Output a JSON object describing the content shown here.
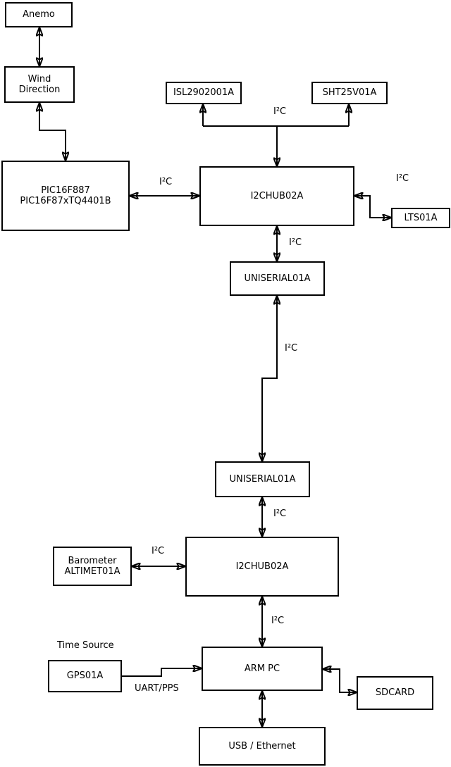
{
  "diagram": {
    "background_color": "#ffffff",
    "line_color": "#000000",
    "nodes": {
      "anemo": {
        "label": "Anemo"
      },
      "wind": {
        "label": "Wind\nDirection"
      },
      "pic": {
        "label": "PIC16F887\nPIC16F87xTQ4401B"
      },
      "isl": {
        "label": "ISL2902001A"
      },
      "sht": {
        "label": "SHT25V01A"
      },
      "hub1": {
        "label": "I2CHUB02A"
      },
      "lts": {
        "label": "LTS01A"
      },
      "uniserial1": {
        "label": "UNISERIAL01A"
      },
      "uniserial2": {
        "label": "UNISERIAL01A"
      },
      "barometer": {
        "label": "Barometer\nALTIMET01A"
      },
      "hub2": {
        "label": "I2CHUB02A"
      },
      "gps": {
        "label": "GPS01A"
      },
      "arm_pc": {
        "label": "ARM PC"
      },
      "sdcard": {
        "label": "SDCARD"
      },
      "usb_ethernet": {
        "label": "USB / Ethernet"
      }
    },
    "labels": {
      "i2c": "I²C",
      "uart_pps": "UART/PPS",
      "time_source": "Time Source"
    },
    "edges": [
      {
        "from": "anemo",
        "to": "wind",
        "label": "",
        "bidirectional": true
      },
      {
        "from": "wind",
        "to": "pic",
        "label": "",
        "bidirectional": true
      },
      {
        "from": "pic",
        "to": "hub1",
        "label": "I²C",
        "bidirectional": true
      },
      {
        "from": "hub1",
        "to": "isl",
        "label": "I²C",
        "bidirectional": false
      },
      {
        "from": "hub1",
        "to": "sht",
        "label": "I²C",
        "bidirectional": false
      },
      {
        "from": "hub1",
        "to": "lts",
        "label": "I²C",
        "bidirectional": false
      },
      {
        "from": "hub1",
        "to": "uniserial1",
        "label": "I²C",
        "bidirectional": true
      },
      {
        "from": "uniserial1",
        "to": "uniserial2",
        "label": "I²C",
        "bidirectional": true
      },
      {
        "from": "uniserial2",
        "to": "hub2",
        "label": "I²C",
        "bidirectional": true
      },
      {
        "from": "barometer",
        "to": "hub2",
        "label": "I²C",
        "bidirectional": true
      },
      {
        "from": "hub2",
        "to": "arm_pc",
        "label": "I²C",
        "bidirectional": true
      },
      {
        "from": "gps",
        "to": "arm_pc",
        "label": "UART/PPS",
        "bidirectional": false
      },
      {
        "from": "arm_pc",
        "to": "sdcard",
        "label": "",
        "bidirectional": true
      },
      {
        "from": "arm_pc",
        "to": "usb_ethernet",
        "label": "",
        "bidirectional": true
      }
    ]
  }
}
